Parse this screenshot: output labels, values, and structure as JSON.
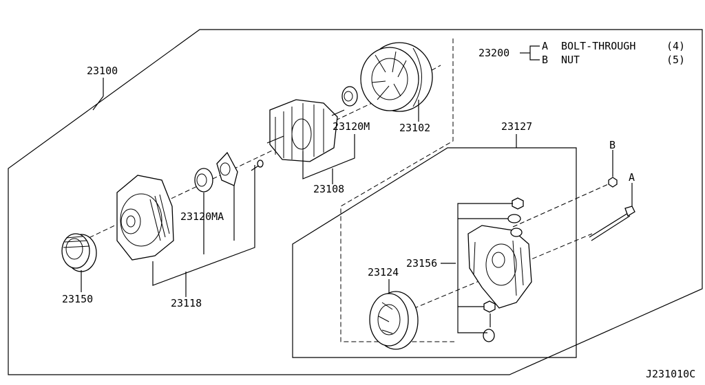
{
  "diagram": {
    "labels": {
      "p23100": "23100",
      "p23102": "23102",
      "p23120m": "23120M",
      "p23108": "23108",
      "p23120ma": "23120MA",
      "p23118": "23118",
      "p23150": "23150",
      "p23127": "23127",
      "p23124": "23124",
      "p23156": "23156",
      "p23200": "23200",
      "callout_a": "A",
      "callout_b": "B"
    },
    "legend": {
      "a_letter": "A",
      "a_text": "BOLT-THROUGH",
      "a_qty": "(4)",
      "b_letter": "B",
      "b_text": "NUT",
      "b_qty": "(5)"
    },
    "diagram_code": "J231010C"
  }
}
